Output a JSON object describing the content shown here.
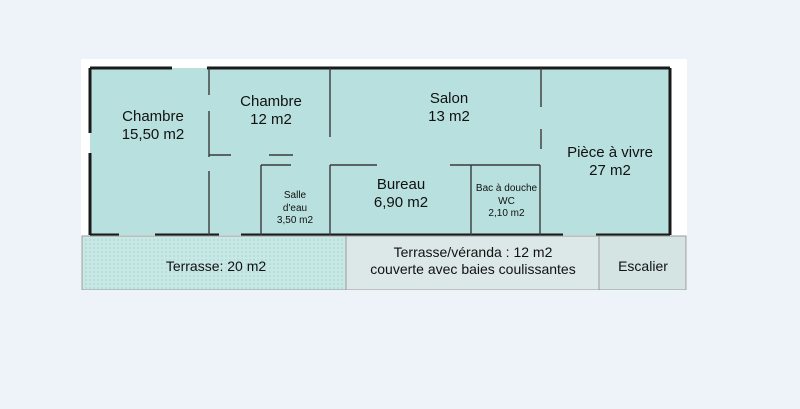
{
  "rooms": {
    "chambre1": {
      "name": "Chambre",
      "area": "15,50 m2"
    },
    "chambre2": {
      "name": "Chambre",
      "area": "12 m2"
    },
    "salon": {
      "name": "Salon",
      "area": "13 m2"
    },
    "piece_a_vivre": {
      "name": "Pièce à vivre",
      "area": "27 m2"
    },
    "salle_eau": {
      "line1": "Salle",
      "line2": "d'eau",
      "area": "3,50 m2"
    },
    "bureau": {
      "name": "Bureau",
      "area": "6,90 m2"
    },
    "bac_douche": {
      "line1": "Bac à douche",
      "line2": "WC",
      "area": "2,10 m2"
    }
  },
  "outside": {
    "terrasse": "Terrasse: 20 m2",
    "veranda_line1": "Terrasse/véranda : 12 m2",
    "veranda_line2": "couverte avec baies coulissantes",
    "escalier": "Escalier"
  },
  "colors": {
    "interior": "#b8e0de",
    "terrace": "#c8e8e5",
    "veranda": "#dce8e7",
    "stairs": "#d3e4e3",
    "walls": "#1a1a1a",
    "background": "#eef2f9"
  }
}
